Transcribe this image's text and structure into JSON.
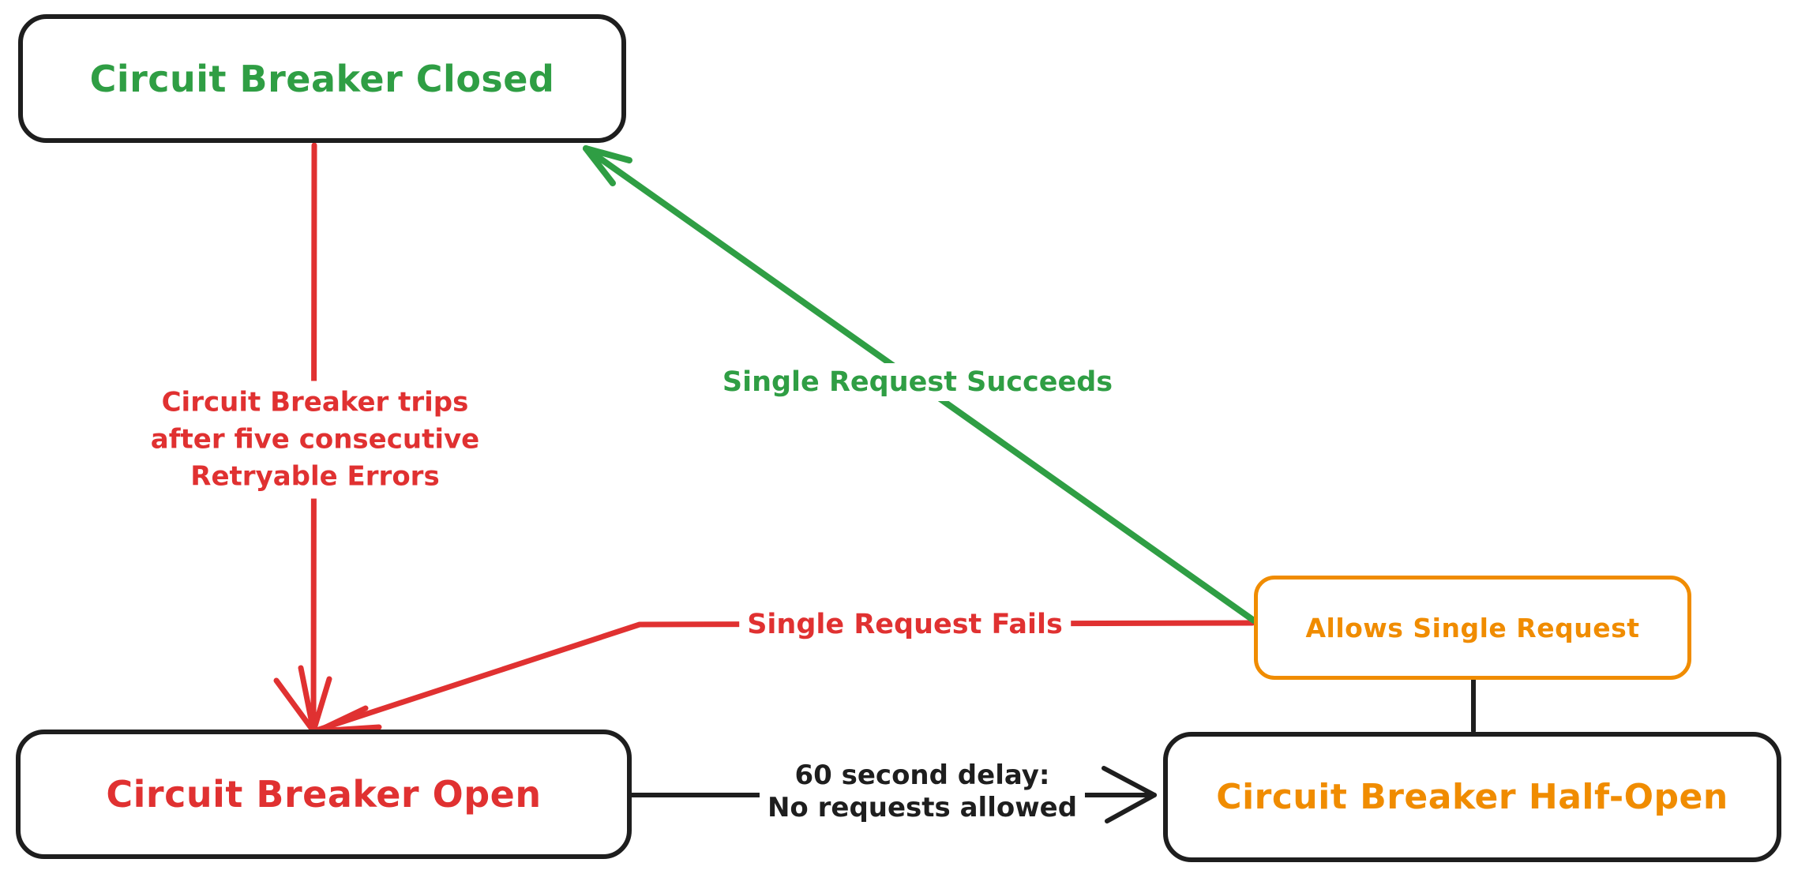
{
  "diagram": {
    "type": "state-diagram",
    "subject": "Circuit Breaker pattern states",
    "background": "#ffffff",
    "nodes": {
      "closed": {
        "label": "Circuit Breaker Closed",
        "text_color": "#2f9e44",
        "border_color": "#1e1e1e"
      },
      "open": {
        "label": "Circuit Breaker Open",
        "text_color": "#e03131",
        "border_color": "#1e1e1e"
      },
      "half_open": {
        "label": "Circuit Breaker Half-Open",
        "text_color": "#f08c00",
        "border_color": "#1e1e1e"
      },
      "allows": {
        "label": "Allows Single Request",
        "text_color": "#f08c00",
        "border_color": "#f08c00"
      }
    },
    "edges": {
      "trips": {
        "from": "closed",
        "to": "open",
        "color": "#e03131",
        "style": "arrow",
        "lines": [
          "Circuit Breaker trips",
          "after five consecutive",
          "Retryable Errors"
        ]
      },
      "succeeds": {
        "from": "allows",
        "to": "closed",
        "color": "#2f9e44",
        "style": "arrow",
        "label": "Single Request Succeeds"
      },
      "fails": {
        "from": "allows",
        "to": "open",
        "color": "#e03131",
        "style": "arrow",
        "label": "Single Request Fails"
      },
      "delay": {
        "from": "open",
        "to": "half_open",
        "color": "#1e1e1e",
        "style": "arrow",
        "lines": [
          "60 second delay:",
          "No requests allowed"
        ]
      },
      "connector": {
        "from": "half_open",
        "to": "allows",
        "color": "#1e1e1e",
        "style": "plain",
        "label": ""
      }
    },
    "colors": {
      "green": "#2f9e44",
      "red": "#e03131",
      "orange": "#f08c00",
      "black": "#1e1e1e"
    }
  }
}
